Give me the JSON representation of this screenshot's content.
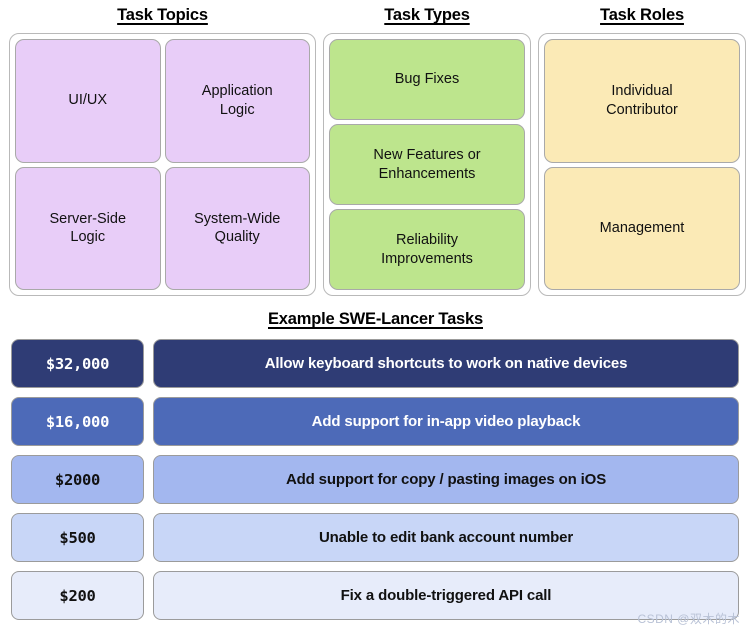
{
  "columns": [
    {
      "header": "Task Topics",
      "color": "#e8cdf8",
      "layout": "grid-2x2",
      "cells": [
        {
          "label": "UI/UX"
        },
        {
          "label": "Application\nLogic"
        },
        {
          "label": "Server-Side\nLogic"
        },
        {
          "label": "System-Wide\nQuality"
        }
      ]
    },
    {
      "header": "Task Types",
      "color": "#bde58d",
      "layout": "stack",
      "cells": [
        {
          "label": "Bug Fixes"
        },
        {
          "label": "New Features or\nEnhancements"
        },
        {
          "label": "Reliability\nImprovements"
        }
      ]
    },
    {
      "header": "Task Roles",
      "color": "#fbeab6",
      "layout": "stack",
      "cells": [
        {
          "label": "Individual\nContributor"
        },
        {
          "label": "Management"
        }
      ]
    }
  ],
  "tasks": {
    "title": "Example SWE-Lancer Tasks",
    "rows": [
      {
        "price": "$32,000",
        "label": "Allow keyboard shortcuts to work on native devices",
        "bg": "#2f3c75",
        "text": "#ffffff"
      },
      {
        "price": "$16,000",
        "label": "Add support for in-app video playback",
        "bg": "#4d6ab8",
        "text": "#ffffff"
      },
      {
        "price": "$2000",
        "label": "Add support for copy / pasting images on iOS",
        "bg": "#a3b7ef",
        "text": "#111111"
      },
      {
        "price": "$500",
        "label": "Unable to edit bank account number",
        "bg": "#c8d6f7",
        "text": "#111111"
      },
      {
        "price": "$200",
        "label": "Fix a double-triggered API call",
        "bg": "#e7ecfa",
        "text": "#111111"
      }
    ]
  },
  "watermark": "CSDN @双木的木"
}
